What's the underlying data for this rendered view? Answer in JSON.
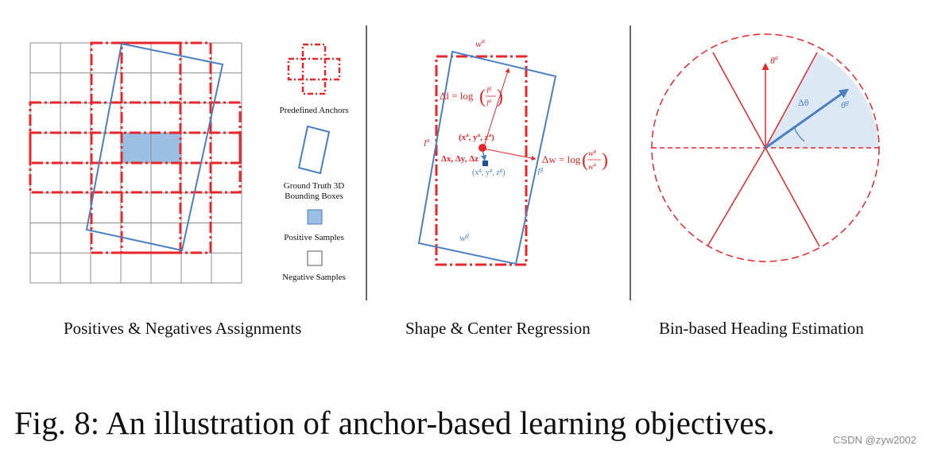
{
  "panels": {
    "assignment": {
      "title": "Positives & Negatives Assignments",
      "legend": {
        "anchors": "Predefined Anchors",
        "gt_line1": "Ground Truth 3D",
        "gt_line2": "Bounding Boxes",
        "positive": "Positive Samples",
        "negative": "Negative Samples"
      }
    },
    "regression": {
      "title": "Shape & Center Regression",
      "labels": {
        "wa": "w",
        "wa_sup": "a",
        "la": "l",
        "la_sup": "a",
        "lg": "l",
        "lg_sup": "g",
        "wg": "w",
        "wg_sup": "g",
        "delta_l": "Δl = log",
        "delta_l_num": "l",
        "delta_l_num_sup": "g",
        "delta_l_den": "l",
        "delta_l_den_sup": "a",
        "delta_w": "Δw = log",
        "delta_w_num": "w",
        "delta_w_num_sup": "g",
        "delta_w_den": "w",
        "delta_w_den_sup": "a",
        "anchor_center": "(x",
        "anchor_center_rest": ", y",
        "anchor_center_end": ", z",
        "anchor_sup": "a",
        "gt_center": "(x",
        "gt_center_rest": ", y",
        "gt_center_end": ", z",
        "gt_sup": "g",
        "delta_xyz": "Δx, Δy, Δz"
      }
    },
    "heading": {
      "title": "Bin-based Heading Estimation",
      "labels": {
        "theta_a": "θ",
        "theta_a_sup": "a",
        "theta_g": "θ",
        "theta_g_sup": "g",
        "delta_theta": "Δθ"
      }
    }
  },
  "caption": "Fig. 8: An illustration of anchor-based learning objectives.",
  "watermark": "CSDN @zyw2002",
  "colors": {
    "red": "#e8262a",
    "blue": "#4a7fc1",
    "positive_fill": "#9bbfe3",
    "sector_fill": "#dce8f4",
    "grid": "#8c8c8c"
  }
}
